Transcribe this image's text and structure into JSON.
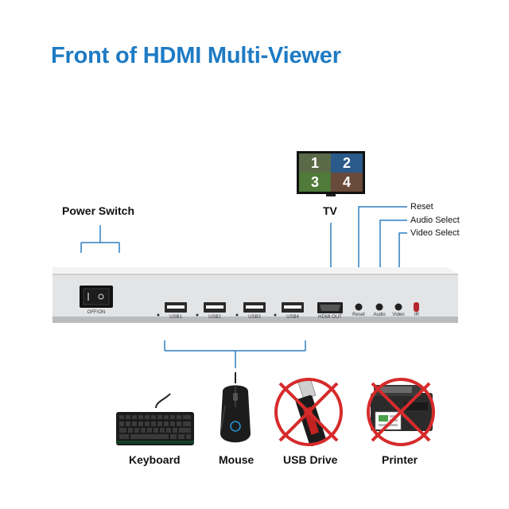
{
  "title": "Front of HDMI Multi-Viewer",
  "labels": {
    "power_switch": "Power Switch",
    "tv": "TV",
    "reset": "Reset",
    "audio_select": "Audio Select",
    "video_select": "Video Select",
    "keyboard": "Keyboard",
    "mouse": "Mouse",
    "usb_drive": "USB Drive",
    "printer": "Printer"
  },
  "device": {
    "switch_label": "OFF/ON",
    "ports": [
      "USB1",
      "USB2",
      "USB3",
      "USB4",
      "HDMI OUT",
      "Reset",
      "Audio",
      "Video",
      "IR"
    ]
  },
  "tv_quadrants": [
    "1",
    "2",
    "3",
    "4"
  ],
  "colors": {
    "title": "#1e7bc4",
    "prohibit": "#d62b2b",
    "device_body": "#d9dadc"
  }
}
